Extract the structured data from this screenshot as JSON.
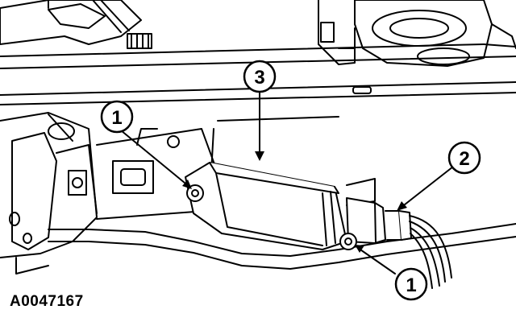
{
  "figure_id": "A0047167",
  "callouts": [
    {
      "id": "callout-1-upper",
      "label": "1"
    },
    {
      "id": "callout-2",
      "label": "2"
    },
    {
      "id": "callout-3",
      "label": "3"
    },
    {
      "id": "callout-1-lower",
      "label": "1"
    }
  ]
}
